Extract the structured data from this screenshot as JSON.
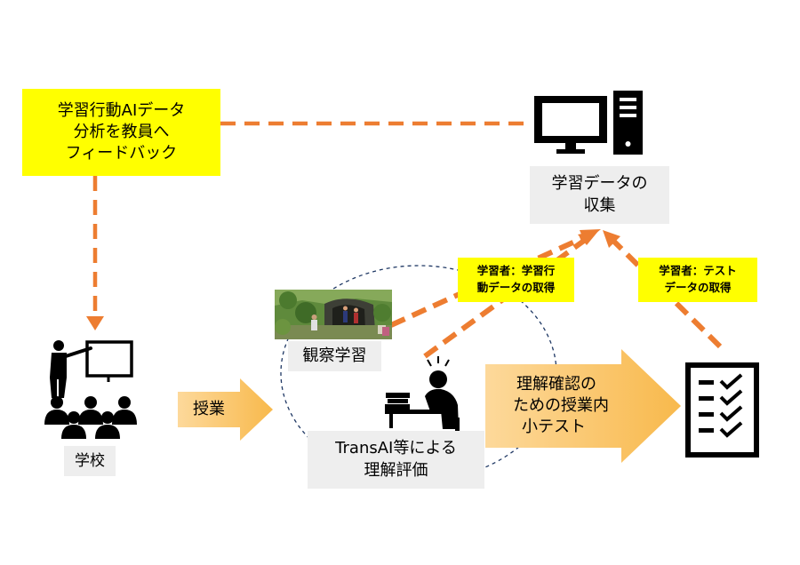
{
  "feedback_box": {
    "lines": [
      "学習行動AIデータ",
      "分析を教員へ",
      "フィードバック"
    ]
  },
  "collection_box": {
    "lines": [
      "学習データの",
      "収集"
    ]
  },
  "behavior_tag": {
    "lines": [
      "学習者：学習行",
      "動データの取得"
    ]
  },
  "test_tag": {
    "lines": [
      "学習者：テスト",
      "データの取得"
    ]
  },
  "observation_label": "観察学習",
  "lesson_arrow_label": "授業",
  "transai_box": {
    "lines": [
      "TransAI等による",
      "理解評価"
    ]
  },
  "quiz_arrow": {
    "lines": [
      "理解確認の",
      "ための授業内",
      "小テスト"
    ]
  },
  "school_label": "学校",
  "icons": [
    "teacher-class-icon",
    "computer-icon",
    "student-desk-icon",
    "checklist-icon",
    "observation-photo"
  ],
  "colors": {
    "dashed_arrow": "#ed7d31",
    "highlight_box": "#ffff00",
    "label_box": "#eeeeee",
    "fat_arrow": "#fbc66b",
    "circle": "#1f3864",
    "icon": "#000000"
  }
}
